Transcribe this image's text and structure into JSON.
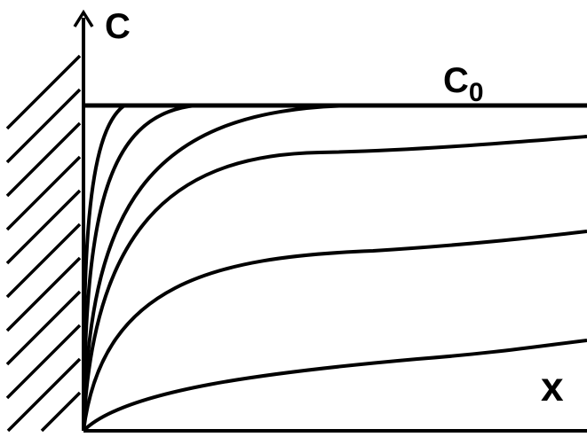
{
  "diagram": {
    "y_axis_label": "C",
    "x_axis_label": "x",
    "level_label_main": "C",
    "level_label_sub": "0",
    "colors": {
      "ink": "#000000",
      "background": "#ffffff"
    },
    "icons": {
      "wall": "hatched-wall-icon",
      "axis_arrow": "arrow-up-icon"
    }
  }
}
